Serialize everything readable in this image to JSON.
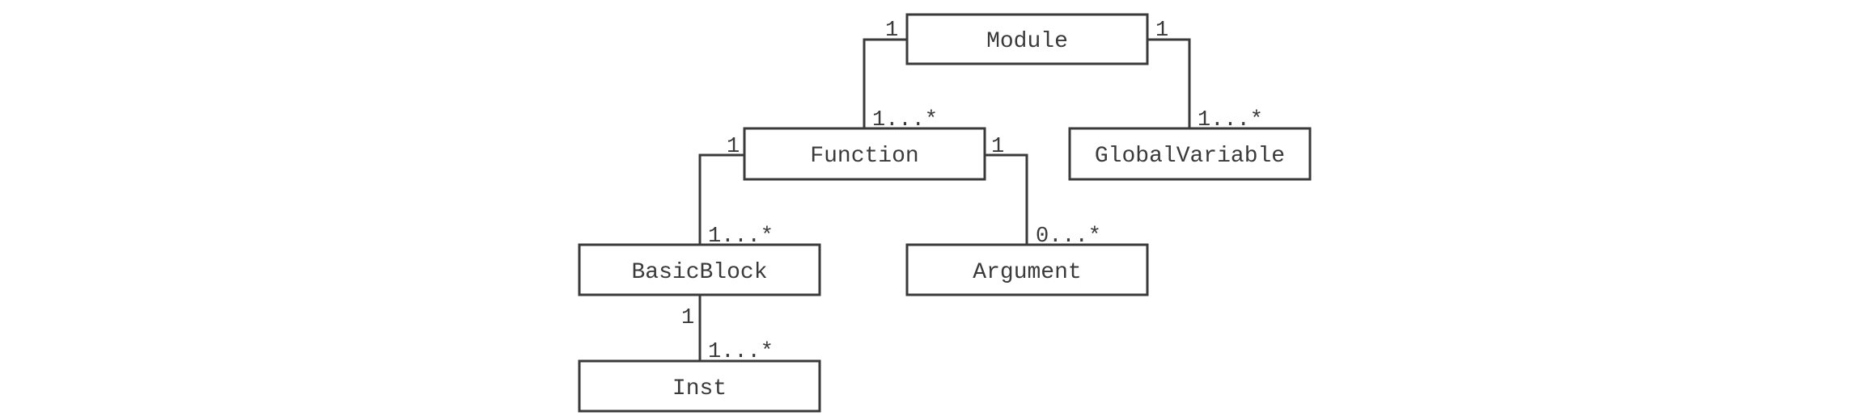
{
  "nodes": {
    "module": "Module",
    "function": "Function",
    "global_variable": "GlobalVariable",
    "basic_block": "BasicBlock",
    "argument": "Argument",
    "inst": "Inst"
  },
  "edges": {
    "module_function": {
      "source_mult": "1",
      "target_mult": "1...*"
    },
    "module_global_variable": {
      "source_mult": "1",
      "target_mult": "1...*"
    },
    "function_basic_block": {
      "source_mult": "1",
      "target_mult": "1...*"
    },
    "function_argument": {
      "source_mult": "1",
      "target_mult": "0...*"
    },
    "basic_block_inst": {
      "source_mult": "1",
      "target_mult": "1...*"
    }
  },
  "colors": {
    "stroke": "#3a3a3a",
    "background": "#ffffff"
  }
}
